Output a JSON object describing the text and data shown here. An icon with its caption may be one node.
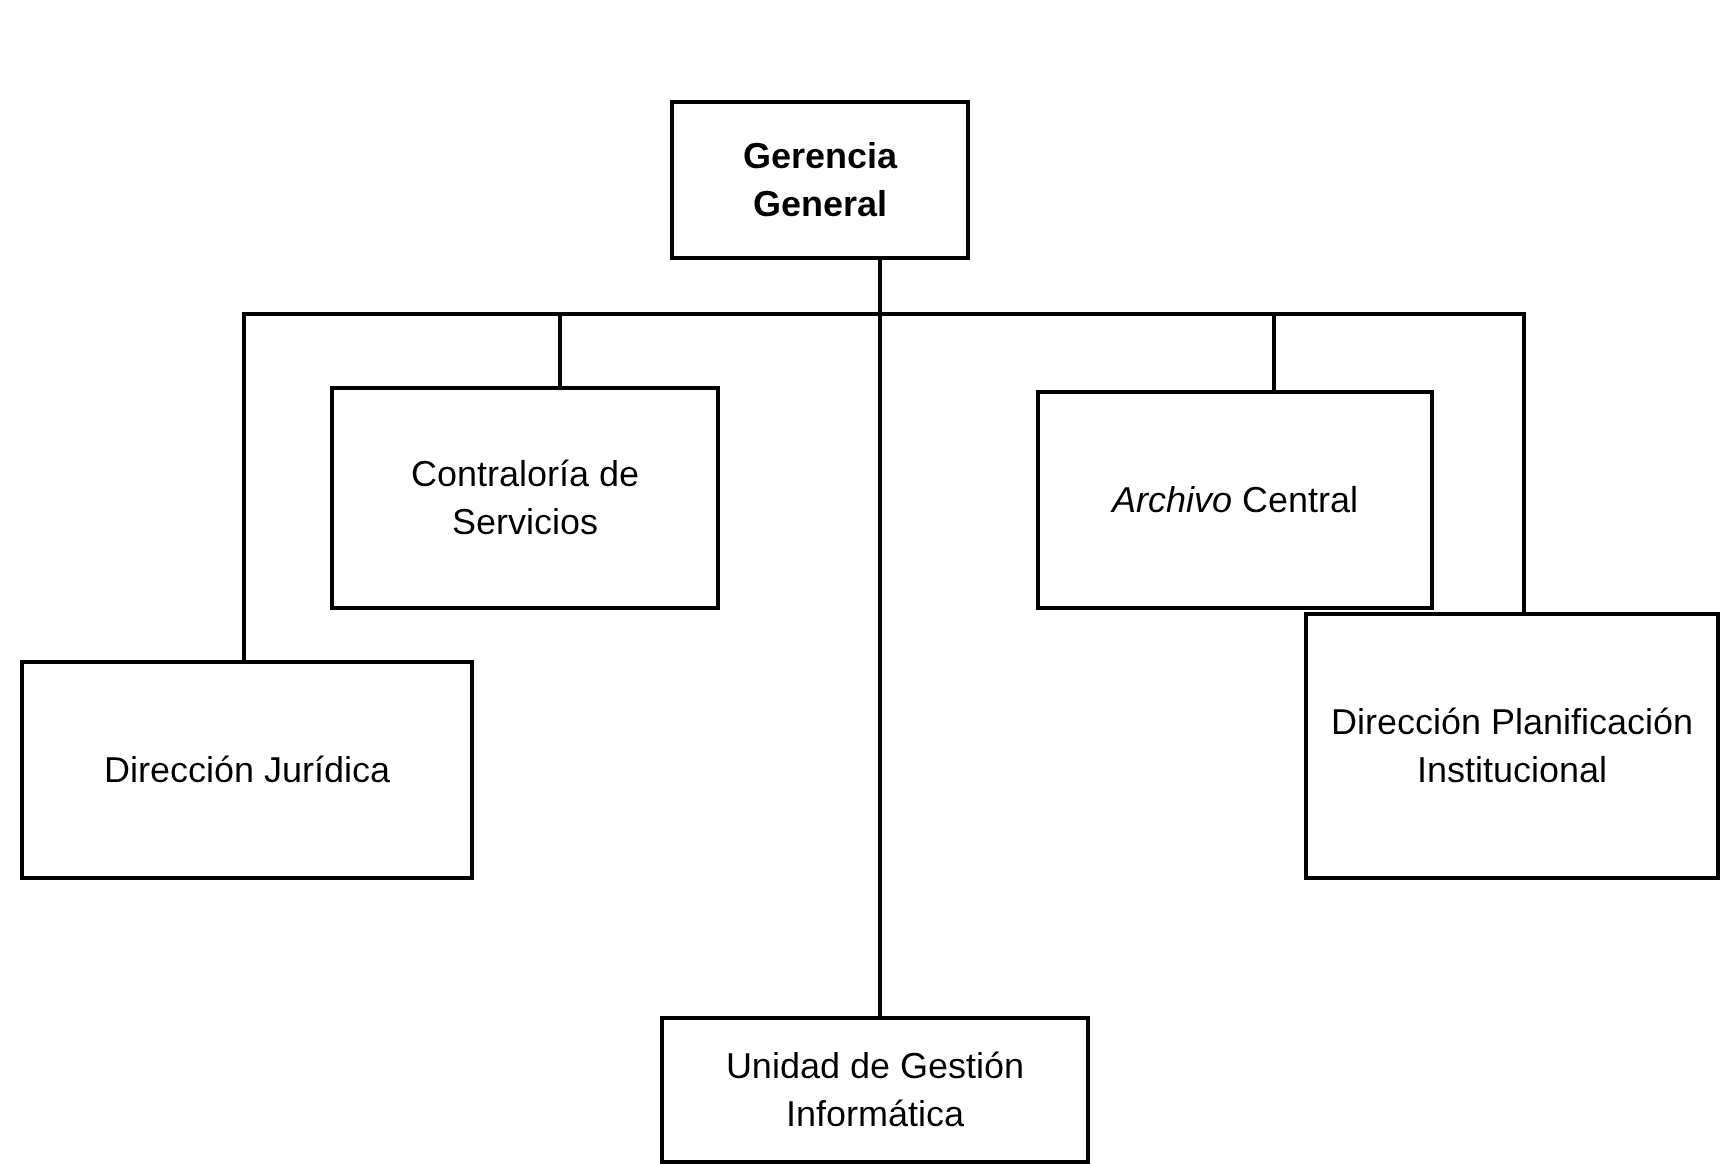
{
  "diagram": {
    "nodes": [
      {
        "text": [
          "Gerencia General"
        ]
      },
      {
        "text": [
          "Contraloría de Servicios"
        ]
      },
      {
        "text": [
          "*Archivo* Central"
        ]
      },
      {
        "text": [
          "Dirección Jurídica"
        ]
      },
      {
        "text": [
          "Dirección Planificación Institucional"
        ]
      },
      {
        "text": [
          "Unidad de Gestión Informática"
        ]
      }
    ],
    "edges": [
      {
        "from": 0,
        "to": 3,
        "arrow": "none"
      },
      {
        "from": 0,
        "to": 1,
        "arrow": "none"
      },
      {
        "from": 0,
        "to": 5,
        "arrow": "none"
      },
      {
        "from": 0,
        "to": 2,
        "arrow": "none"
      },
      {
        "from": 0,
        "to": 4,
        "arrow": "none"
      }
    ]
  }
}
